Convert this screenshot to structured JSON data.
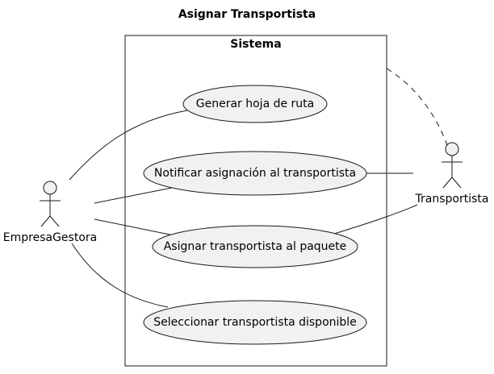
{
  "diagram": {
    "title": "Asignar Transportista",
    "system_label": "Sistema",
    "use_cases": [
      "Generar hoja de ruta",
      "Notificar asignación al transportista",
      "Asignar transportista al paquete",
      "Seleccionar transportista disponible"
    ],
    "actors": [
      "EmpresaGestora",
      "Transportista"
    ],
    "colors": {
      "usecase_fill": "#f1f1f1",
      "actor_fill": "#f1f1f1",
      "stroke": "#181818"
    }
  }
}
